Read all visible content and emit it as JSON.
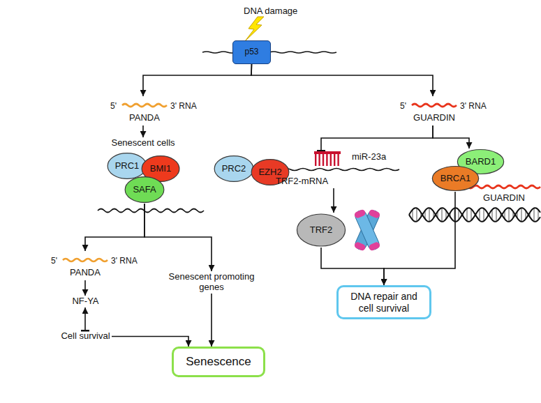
{
  "diagram": {
    "nodes": [
      {
        "text": [
          "p53"
        ]
      },
      {
        "text": [
          "5'",
          "3' RNA",
          "PANDA"
        ]
      },
      {
        "text": [
          "Senescent cells"
        ]
      },
      {
        "text": [
          "PRC1"
        ]
      },
      {
        "text": [
          "BMI1"
        ]
      },
      {
        "text": [
          "SAFA"
        ]
      },
      {
        "text": [
          "PRC2"
        ]
      },
      {
        "text": [
          "EZH2"
        ]
      },
      {
        "text": [
          "5'",
          "3' RNA",
          "PANDA"
        ]
      },
      {
        "text": [
          "NF-YA"
        ]
      },
      {
        "text": [
          "Cell survival"
        ]
      },
      {
        "text": [
          "Senescent promoting genes"
        ]
      },
      {
        "text": [
          "Senescence"
        ]
      },
      {
        "text": [
          "5'",
          "3' RNA",
          "GUARDIN"
        ]
      },
      {
        "text": [
          "miR-23a"
        ]
      },
      {
        "text": [
          "TRF2-mRNA"
        ]
      },
      {
        "text": [
          "TRF2"
        ]
      },
      {
        "text": [
          "BARD1"
        ]
      },
      {
        "text": [
          "BRCA1"
        ]
      },
      {
        "text": [
          "GUARDIN"
        ]
      },
      {
        "text": [
          "DNA repair and cell survival"
        ]
      }
    ],
    "edges": [
      {
        "from": 0,
        "to": 1,
        "arrow": "to"
      },
      {
        "from": 0,
        "to": 13,
        "arrow": "to"
      },
      {
        "from": 1,
        "to": 2,
        "arrow": "to"
      },
      {
        "from": 5,
        "to": 8,
        "arrow": "to"
      },
      {
        "from": 5,
        "to": 11,
        "arrow": "to"
      },
      {
        "from": 8,
        "to": 9,
        "arrow": "to"
      },
      {
        "from": 10,
        "to": 9,
        "arrow": "to"
      },
      {
        "from": 10,
        "to": 12,
        "arrow": "to"
      },
      {
        "from": 11,
        "to": 12,
        "arrow": "to"
      },
      {
        "from": 13,
        "to": 14,
        "arrow": "to"
      },
      {
        "from": 13,
        "to": 17,
        "arrow": "to"
      },
      {
        "from": 15,
        "to": 16,
        "arrow": "to"
      },
      {
        "from": 16,
        "to": 20,
        "arrow": "to"
      },
      {
        "from": 18,
        "to": 20,
        "arrow": "to"
      }
    ],
    "labels": [
      "DNA damage"
    ]
  }
}
